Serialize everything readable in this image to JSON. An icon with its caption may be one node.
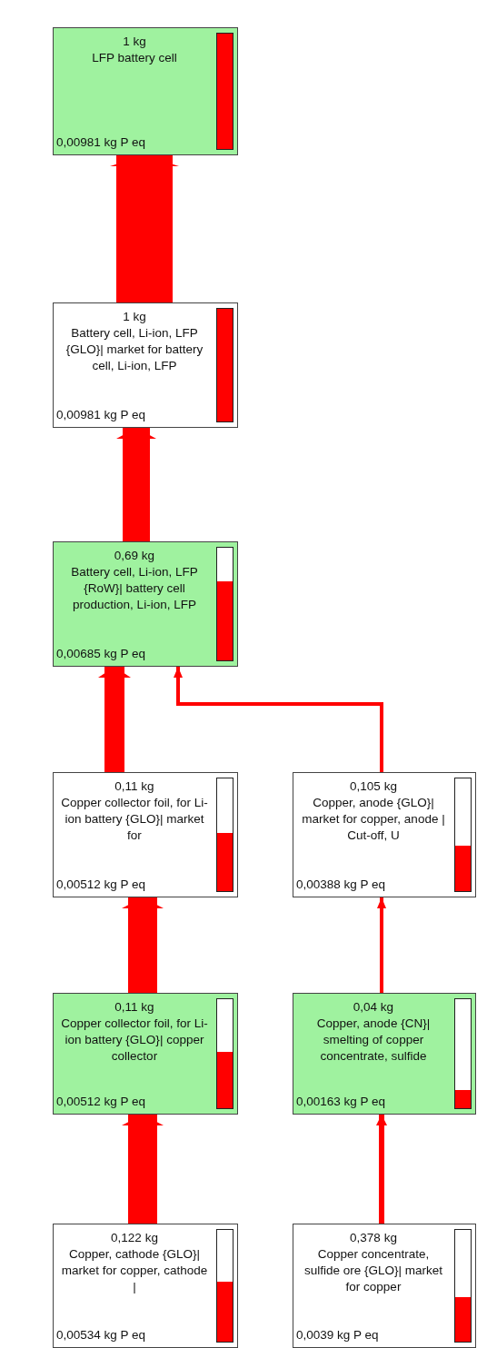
{
  "diagram": {
    "nodes": [
      {
        "text": [
          "1 kg",
          "LFP battery cell",
          "0,00981 kg P eq"
        ]
      },
      {
        "text": [
          "1 kg",
          "Battery cell, Li-ion, LFP {GLO}| market for battery cell, Li-ion, LFP",
          "0,00981 kg P eq"
        ]
      },
      {
        "text": [
          "0,69 kg",
          "Battery cell, Li-ion, LFP {RoW}| battery cell production, Li-ion, LFP",
          "0,00685 kg P eq"
        ]
      },
      {
        "text": [
          "0,11 kg",
          "Copper collector foil, for Li-ion battery {GLO}| market for",
          "0,00512 kg P eq"
        ]
      },
      {
        "text": [
          "0,105 kg",
          "Copper, anode {GLO}| market for copper, anode | Cut-off, U",
          "0,00388 kg P eq"
        ]
      },
      {
        "text": [
          "0,11 kg",
          "Copper collector foil, for Li-ion battery {GLO}| copper collector",
          "0,00512 kg P eq"
        ]
      },
      {
        "text": [
          "0,04 kg",
          "Copper, anode {CN}| smelting of copper concentrate, sulfide",
          "0,00163 kg P eq"
        ]
      },
      {
        "text": [
          "0,122 kg",
          "Copper, cathode {GLO}| market for copper, cathode |",
          "0,00534 kg P eq"
        ]
      },
      {
        "text": [
          "0,378 kg",
          "Copper concentrate, sulfide ore {GLO}| market for copper",
          "0,0039 kg P eq"
        ]
      }
    ],
    "edges": [
      {
        "from": 1,
        "to": 0,
        "arrow": "to",
        "style": "thick"
      },
      {
        "from": 2,
        "to": 1,
        "arrow": "to"
      },
      {
        "from": 3,
        "to": 2,
        "arrow": "to"
      },
      {
        "from": 4,
        "to": 2,
        "arrow": "to"
      },
      {
        "from": 5,
        "to": 3,
        "arrow": "to"
      },
      {
        "from": 6,
        "to": 4,
        "arrow": "to"
      },
      {
        "from": 7,
        "to": 5,
        "arrow": "to"
      },
      {
        "from": 8,
        "to": 6,
        "arrow": "to"
      }
    ]
  }
}
